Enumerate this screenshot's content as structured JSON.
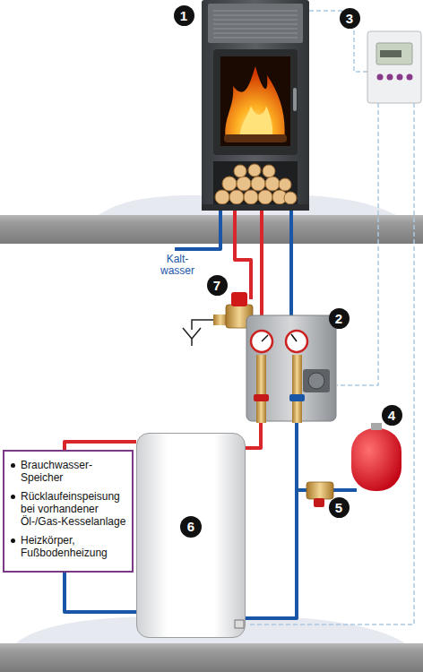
{
  "diagram": {
    "nodes": [
      {
        "text": [
          "Brauchwasser- Speicher",
          "Rücklaufeinspeisung bei vorhandener Öl-/Gas-Kesselanlage",
          "Heizkörper, Fußbodenheizung"
        ]
      },
      {
        "text": [
          "6"
        ]
      }
    ],
    "edges": [
      {
        "from": 1,
        "to": 0,
        "arrow": "none"
      },
      {
        "from": 0,
        "to": 1,
        "arrow": "none"
      }
    ],
    "labels": [
      "1",
      "3",
      "Kalt- wasser",
      "7",
      "2",
      "4",
      "5"
    ]
  }
}
